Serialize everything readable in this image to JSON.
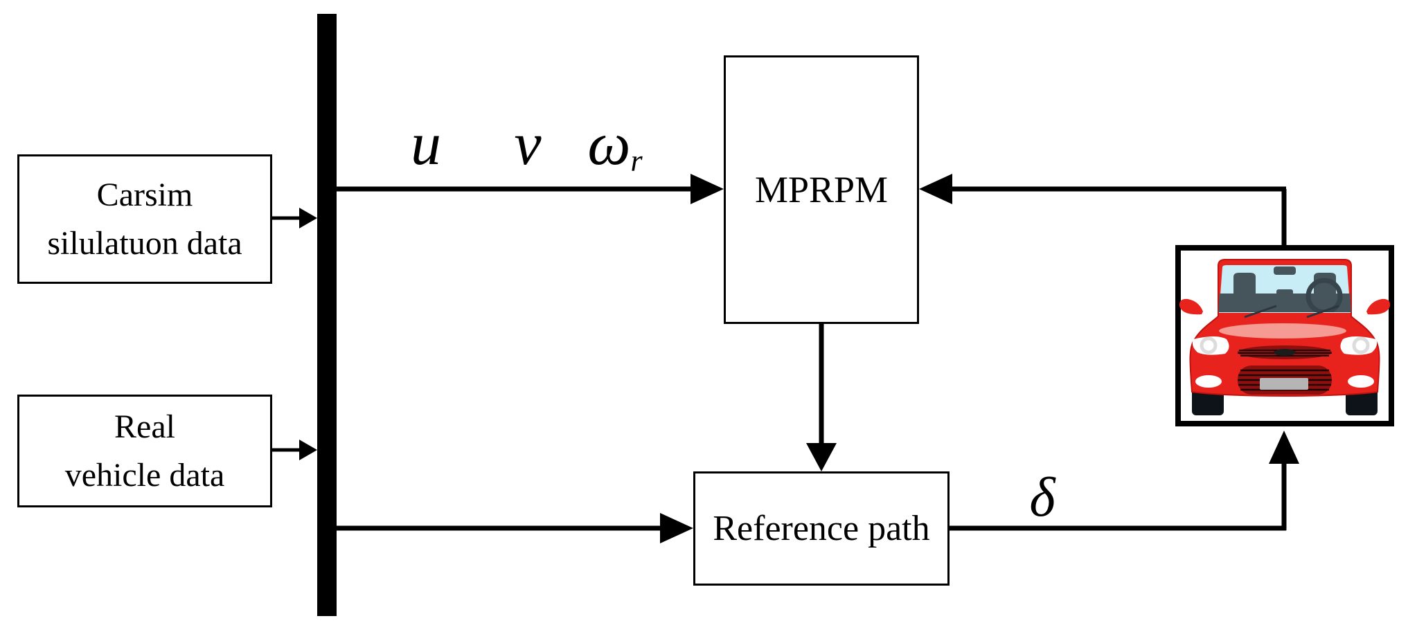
{
  "boxes": {
    "carsim": {
      "line1": "Carsim",
      "line2": "silulatuon data"
    },
    "real_vehicle": {
      "line1": "Real",
      "line2": "vehicle data"
    },
    "mprpm": {
      "label": "MPRPM"
    },
    "reference_path": {
      "label": "Reference path"
    }
  },
  "signals": {
    "u": "u",
    "v": "v",
    "omega": "ω",
    "omega_subscript": "r",
    "delta": "δ"
  },
  "car": {
    "name": "red-car-front-view"
  },
  "colors": {
    "background": "#ffffff",
    "line_black": "#000000",
    "car_body_red": "#e8231d",
    "car_shadow_red": "#c0120e",
    "car_highlight_pink": "#f59b94",
    "car_windshield_blue": "#c9edf6",
    "car_interior_gray": "#46545c",
    "car_grille_dark_red": "#8e0f0d",
    "car_plate_gray": "#b5b5b5",
    "car_tire_black": "#0e1219",
    "car_light_white": "#ffffff",
    "car_ring_gray": "#dcdcdc"
  }
}
